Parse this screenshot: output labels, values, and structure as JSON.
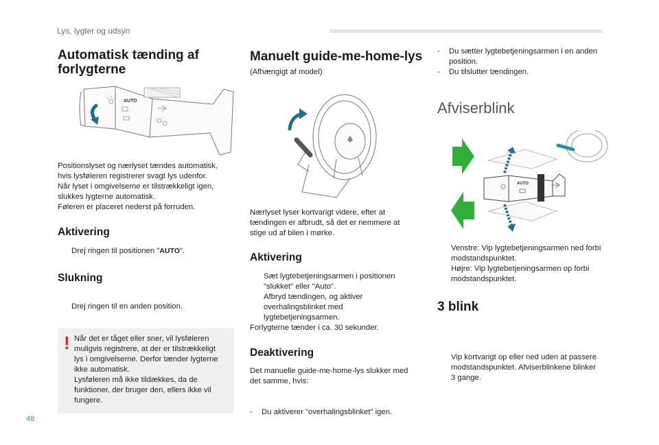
{
  "header": {
    "section": "Lys, lygter og udsyn"
  },
  "page_number": "48",
  "col1": {
    "title_line1": "Automatisk tænding af",
    "title_line2": "forlygterne",
    "intro": [
      "Positionslyset og nærlyset tændes automatisk,",
      "hvis lysføleren registrerer svagt lys udenfor.",
      "Når lyset i omgivelserne er tilstrækkeligt igen,",
      "slukkes lygterne automatisk.",
      "Føleren er placeret nederst på forruden."
    ],
    "aktivering_heading": "Aktivering",
    "aktivering_prefix": "Drej ringen til positionen \"",
    "aktivering_auto": "AUTO",
    "aktivering_suffix": "\".",
    "slukning_heading": "Slukning",
    "slukning_item": "Drej ringen til en anden position.",
    "warning_lines": [
      "Når det er tåget eller sner, vil lysføleren",
      "muligvis registrere, at der er tilstrækkeligt",
      "lys i omgivelserne. Derfor tænder lygterne",
      "ikke automatisk.",
      "Lysføleren må ikke tildækkes, da de",
      "funktioner, der bruger den, ellers ikke vil",
      "fungere."
    ],
    "warning_mark": "!"
  },
  "col2": {
    "title": "Manuelt guide-me-home-lys",
    "subtitle": "(Afhængigt af model)",
    "intro": [
      "Nærlyset lyser kortvarigt videre, efter at",
      "tændingen er afbrudt, så det er nemmere at",
      "stige ud af bilen i mørke."
    ],
    "aktivering_heading": "Aktivering",
    "aktivering_item1_line1": "Sæt lygtebetjeningsarmen i positionen",
    "aktivering_item1_line2": "\"slukket\" eller \"Auto\".",
    "aktivering_item2_line1": "Afbryd tændingen, og aktiver",
    "aktivering_item2_line2": "overhalingsblinket med",
    "aktivering_item2_line3": "lygtebetjeningsarmen.",
    "aktivering_note": "Forlygterne tænder i ca. 30 sekunder.",
    "deaktivering_heading": "Deaktivering",
    "deaktivering_intro_line1": "Det manuelle guide-me-home-lys slukker med",
    "deaktivering_intro_line2": "det samme, hvis:",
    "deaktivering_item1": "Du aktiverer \"overhalingsblinket\" igen."
  },
  "col3": {
    "dash1_line1": "Du sætter lygtebetjeningsarmen i en anden",
    "dash1_line2": "position.",
    "dash2": "Du tilslutter tændingen.",
    "afviserblink_heading": "Afviserblink",
    "venstre_line1": "Venstre: Vip lygtebetjeningsarmen ned forbi",
    "venstre_line2": "modstandspunktet.",
    "hojre_line1": "Højre: Vip lygtebetjeningsarmen op forbi",
    "hojre_line2": "modstandspunktet.",
    "blink_heading": "3 blink",
    "blink_line1": "Vip kortvarigt op eller ned uden at passere",
    "blink_line2": "modstandspunktet. Afviserblinkene blinker",
    "blink_line3": "3 gange."
  },
  "marks": {
    "bullet": "",
    "dash": "-"
  },
  "illustration_labels": {
    "auto": "AUTO"
  },
  "colors": {
    "accent_green": "#2fae3c",
    "arrow_blue": "#1f6f8b",
    "warning_red": "#e2231a",
    "header_bar": "#dde6df",
    "page_number": "#2e8bbf"
  }
}
